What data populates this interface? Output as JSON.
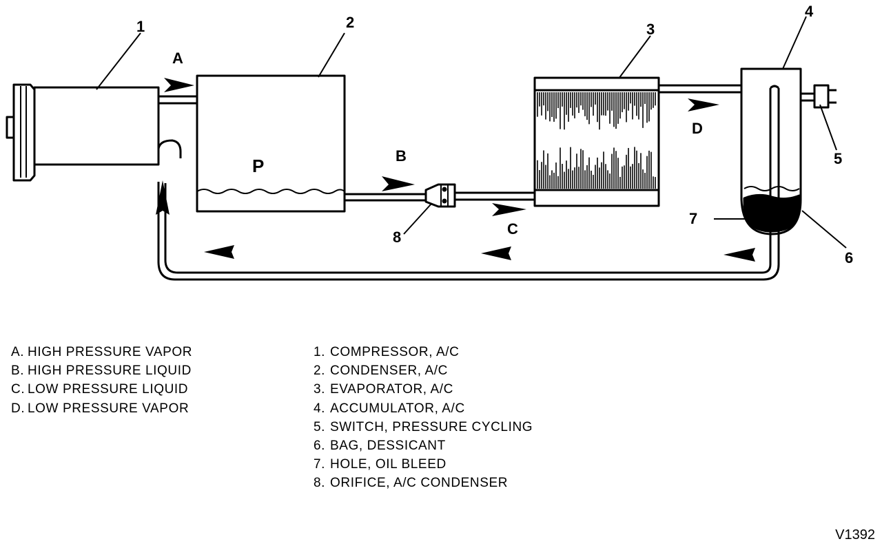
{
  "diagram": {
    "callouts": {
      "compressor": "1",
      "condenser": "2",
      "evaporator": "3",
      "accumulator": "4",
      "switch": "5",
      "bag": "6",
      "hole": "7",
      "orifice": "8"
    },
    "flow_labels": {
      "a": "A",
      "b": "B",
      "c": "C",
      "d": "D"
    },
    "condenser_mark": "P"
  },
  "legend_flow": [
    {
      "key": "A.",
      "text": "HIGH PRESSURE VAPOR"
    },
    {
      "key": "B.",
      "text": "HIGH PRESSURE LIQUID"
    },
    {
      "key": "C.",
      "text": "LOW PRESSURE LIQUID"
    },
    {
      "key": "D.",
      "text": "LOW PRESSURE VAPOR"
    }
  ],
  "legend_parts": [
    {
      "key": "1.",
      "text": "COMPRESSOR, A/C"
    },
    {
      "key": "2.",
      "text": "CONDENSER, A/C"
    },
    {
      "key": "3.",
      "text": "EVAPORATOR, A/C"
    },
    {
      "key": "4.",
      "text": "ACCUMULATOR, A/C"
    },
    {
      "key": "5.",
      "text": "SWITCH, PRESSURE CYCLING"
    },
    {
      "key": "6.",
      "text": "BAG, DESSICANT"
    },
    {
      "key": "7.",
      "text": "HOLE, OIL BLEED"
    },
    {
      "key": "8.",
      "text": "ORIFICE, A/C CONDENSER"
    }
  ],
  "figure_code": "V1392"
}
